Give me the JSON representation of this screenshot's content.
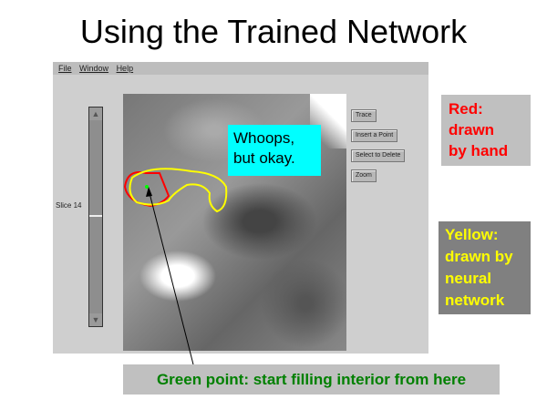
{
  "slide": {
    "title": "Using the Trained Network"
  },
  "app": {
    "menu": [
      "File",
      "Window",
      "Help"
    ],
    "slider_label": "Slice 14",
    "buttons": [
      "Trace",
      "Insert a Point",
      "Select to Delete",
      "Zoom"
    ]
  },
  "callout": {
    "line1": "Whoops,",
    "line2": "but okay."
  },
  "legend_red": {
    "line1": "Red:",
    "line2": "drawn",
    "line3": "by hand",
    "color": "#ff0000"
  },
  "legend_yellow": {
    "line1": "Yellow:",
    "line2": "drawn by",
    "line3": "neural",
    "line4": "network",
    "color": "#ffff00"
  },
  "green_label": "Green point: start filling interior from here"
}
